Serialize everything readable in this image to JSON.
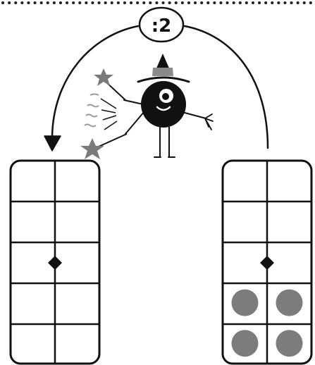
{
  "operator": {
    "label": ":2"
  },
  "left_board": {
    "rows": 5,
    "cols": 2,
    "counters": 0,
    "has_center_marker": true
  },
  "right_board": {
    "rows": 5,
    "cols": 2,
    "counters": 4,
    "has_center_marker": true
  },
  "colors": {
    "ink": "#111111",
    "counter": "#7c7c7c",
    "star": "#7a7a7a",
    "hat_band": "#8a8a8a",
    "border_dots": "#222222"
  },
  "icons": {
    "wizard": "wizard-character-icon",
    "wand_sparkle": "star-icon",
    "arrow": "curved-arrow-icon",
    "marker": "diamond-icon"
  }
}
